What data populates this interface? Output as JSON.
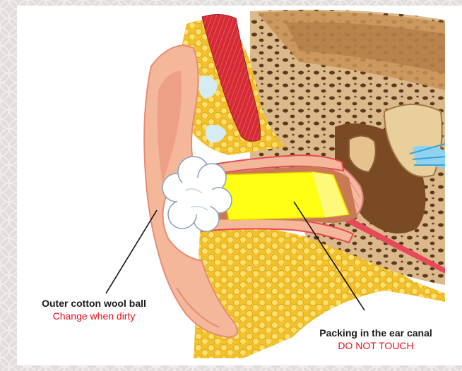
{
  "labels": {
    "cotton_title": "Outer cotton wool ball",
    "cotton_note": "Change when dirty",
    "packing_title": "Packing in the ear canal",
    "packing_note": "DO NOT TOUCH"
  },
  "colors": {
    "background": "#e3dedd",
    "panel": "#ffffff",
    "skin": "#f4b79a",
    "fat": "#f3c62b",
    "bone": "#d9b585",
    "canal_lining": "#e64a5a",
    "packing": "#ffff14",
    "cotton": "#ffffff",
    "muscle": "#d42a33",
    "warning_text": "#e8101a"
  }
}
